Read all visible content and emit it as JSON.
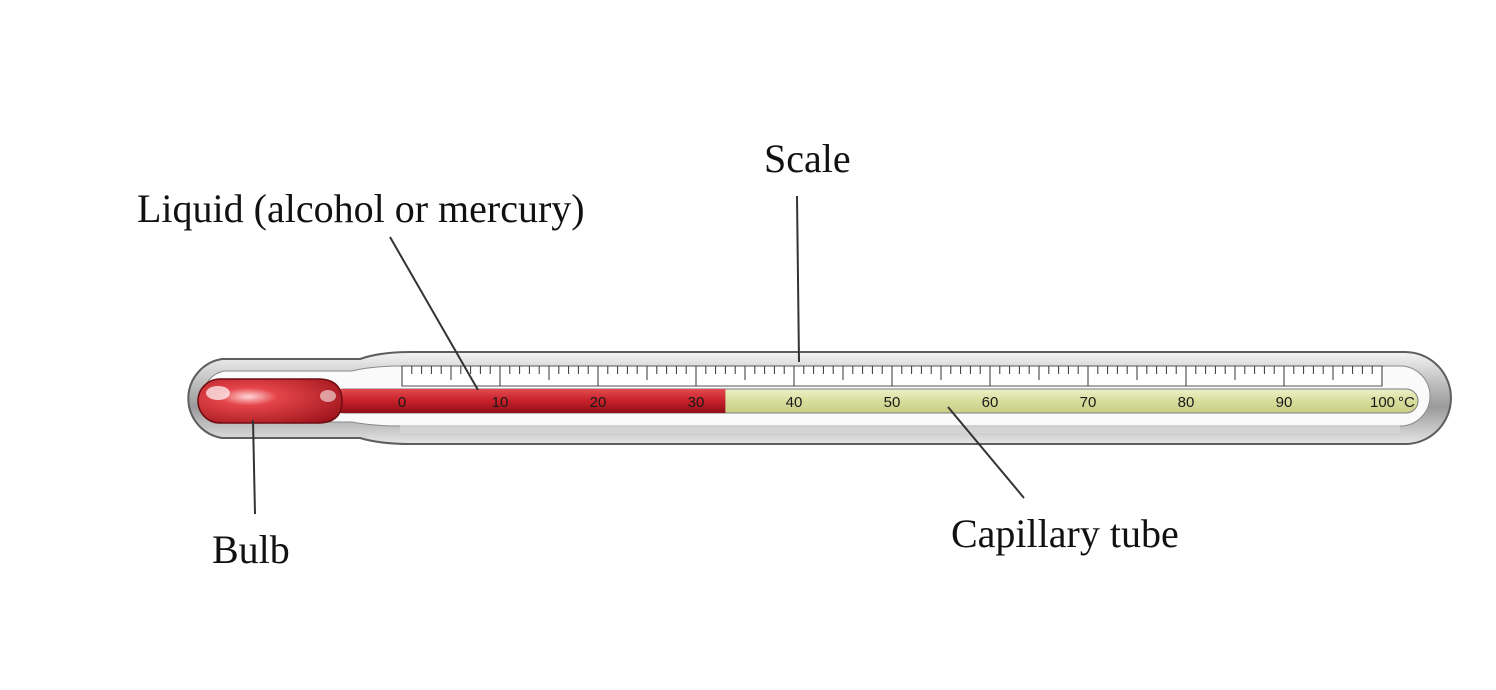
{
  "labels": {
    "scale": "Scale",
    "liquid": "Liquid (alcohol or mercury)",
    "bulb": "Bulb",
    "capillary": "Capillary tube"
  },
  "scale": {
    "min": 0,
    "max": 100,
    "major_step": 10,
    "minor_step": 1,
    "numbers": [
      "0",
      "10",
      "20",
      "30",
      "40",
      "50",
      "60",
      "70",
      "80",
      "90",
      "100"
    ],
    "unit": "°C"
  },
  "liquid_level": 33,
  "colors": {
    "liquid": "#c8202a",
    "capillary": "#d7dd9c",
    "glass": "#cfcfcf"
  }
}
